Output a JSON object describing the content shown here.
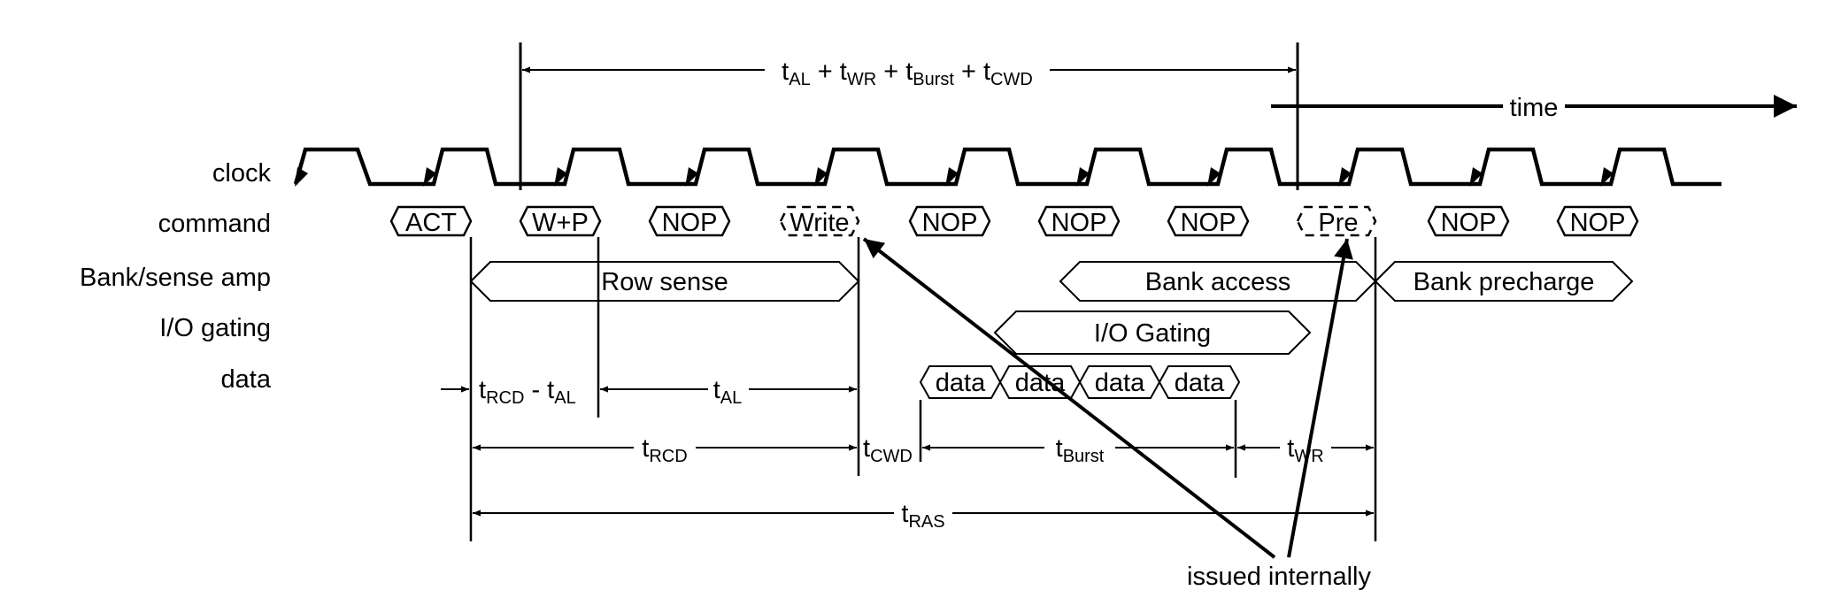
{
  "row_labels": {
    "clock": "clock",
    "command": "command",
    "bank_sense_amp": "Bank/sense amp",
    "io_gating": "I/O gating",
    "data": "data"
  },
  "commands": [
    "ACT",
    "W+P",
    "NOP",
    "Write",
    "NOP",
    "NOP",
    "NOP",
    "Pre",
    "NOP",
    "NOP"
  ],
  "bank_phases": [
    "Row sense",
    "Bank access",
    "Bank precharge"
  ],
  "io_phase": "I/O Gating",
  "data_beats": [
    "data",
    "data",
    "data",
    "data"
  ],
  "timing": {
    "top_span": {
      "t1": "t",
      "s1": "AL",
      "p1": " + t",
      "s2": "WR",
      "p2": " + t",
      "s3": "Burst",
      "p3": " + t",
      "s4": "CWD"
    },
    "trcd_minus_tal": {
      "t1": "t",
      "s1": "RCD",
      "p1": " - t",
      "s2": "AL"
    },
    "tal": {
      "t": "t",
      "sub": "AL"
    },
    "trcd": {
      "t": "t",
      "sub": "RCD"
    },
    "tcwd": {
      "t": "t",
      "sub": "CWD"
    },
    "tburst": {
      "t": "t",
      "sub": "Burst"
    },
    "twr": {
      "t": "t",
      "sub": "WR"
    },
    "tras": {
      "t": "t",
      "sub": "RAS"
    }
  },
  "time_label": "time",
  "annotation": "issued internally"
}
